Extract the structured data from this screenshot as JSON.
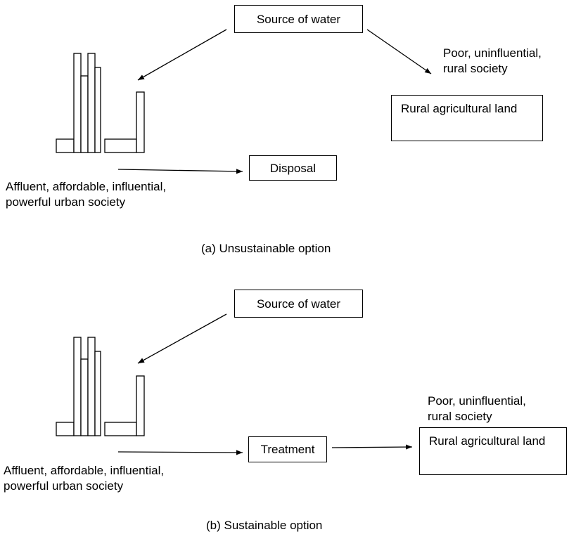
{
  "panel_a": {
    "source_label": "Source of water",
    "disposal_label": "Disposal",
    "rural_land_label": "Rural agricultural land",
    "rural_society_label": "Poor, uninfluential, rural society",
    "urban_society_label": "Affluent, affordable, influential, powerful urban society",
    "caption": "(a) Unsustainable option"
  },
  "panel_b": {
    "source_label": "Source of water",
    "treatment_label": "Treatment",
    "rural_land_label": "Rural agricultural land",
    "rural_society_label": "Poor, uninfluential, rural society",
    "urban_society_label": "Affluent, affordable, influential, powerful urban society",
    "caption": "(b) Sustainable option"
  }
}
